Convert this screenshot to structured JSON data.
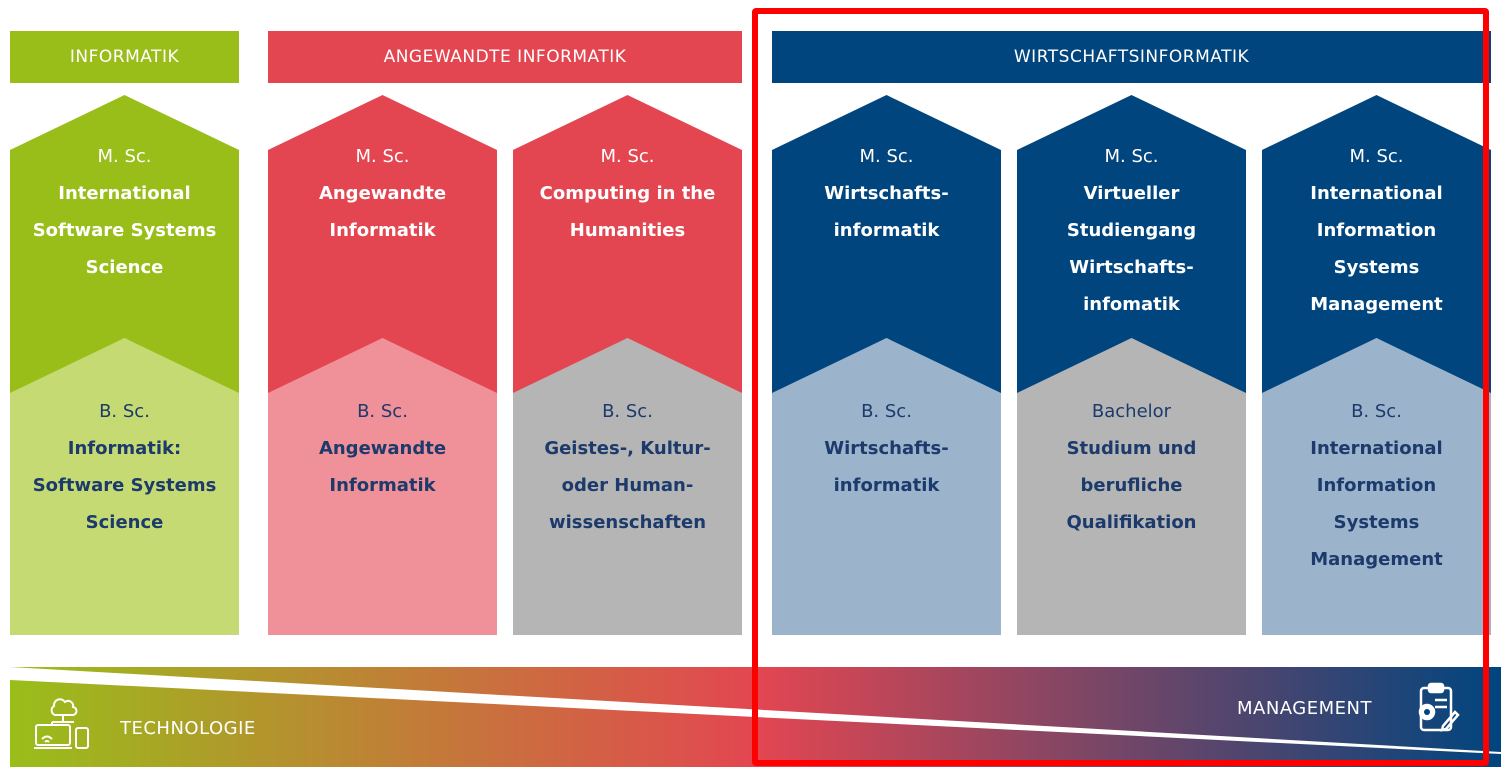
{
  "categories": [
    {
      "id": "informatik",
      "label": "INFORMATIK",
      "color": "#99be1a"
    },
    {
      "id": "angewandte",
      "label": "ANGEWANDTE INFORMATIK",
      "color": "#e34651"
    },
    {
      "id": "wirtschaft",
      "label": "WIRTSCHAFTSINFORMATIK",
      "color": "#00457e"
    }
  ],
  "columns": [
    {
      "master": {
        "degree": "M. Sc.",
        "program": "International\nSoftware Systems\nScience",
        "color": "#99be1a"
      },
      "bachelor": {
        "degree": "B. Sc.",
        "program": "Informatik:\nSoftware Systems\nScience",
        "color": "#c6da73"
      }
    },
    {
      "master": {
        "degree": "M. Sc.",
        "program": "Angewandte\nInformatik",
        "color": "#e34651"
      },
      "bachelor": {
        "degree": "B. Sc.",
        "program": "Angewandte\nInformatik",
        "color": "#f09098"
      }
    },
    {
      "master": {
        "degree": "M. Sc.",
        "program": "Computing in the\nHumanities",
        "color": "#e34651"
      },
      "bachelor": {
        "degree": "B. Sc.",
        "program": "Geistes-, Kultur-\noder Human-\nwissenschaften",
        "color": "#b5b5b5"
      }
    },
    {
      "master": {
        "degree": "M. Sc.",
        "program": "Wirtschafts-\ninformatik",
        "color": "#00457e"
      },
      "bachelor": {
        "degree": "B. Sc.",
        "program": "Wirtschafts-\ninformatik",
        "color": "#9bb3cb"
      }
    },
    {
      "master": {
        "degree": "M. Sc.",
        "program": "Virtueller\nStudiengang\nWirtschafts-\ninfomatik",
        "color": "#00457e"
      },
      "bachelor": {
        "degree": "Bachelor",
        "program": "Studium und\nberufliche\nQualifikation",
        "color": "#b5b5b5"
      }
    },
    {
      "master": {
        "degree": "M. Sc.",
        "program": "International\nInformation\nSystems\nManagement",
        "color": "#00457e"
      },
      "bachelor": {
        "degree": "B. Sc.",
        "program": "International\nInformation\nSystems\nManagement",
        "color": "#9bb3cb"
      }
    }
  ],
  "bottom_bar": {
    "left_label": "TECHNOLOGIE",
    "right_label": "MANAGEMENT",
    "left_icon": "devices-cloud-icon",
    "right_icon": "clipboard-gear-icon",
    "gradient": [
      "#99be1a",
      "#e34651",
      "#00457e"
    ]
  },
  "highlight_color": "#ff0000"
}
